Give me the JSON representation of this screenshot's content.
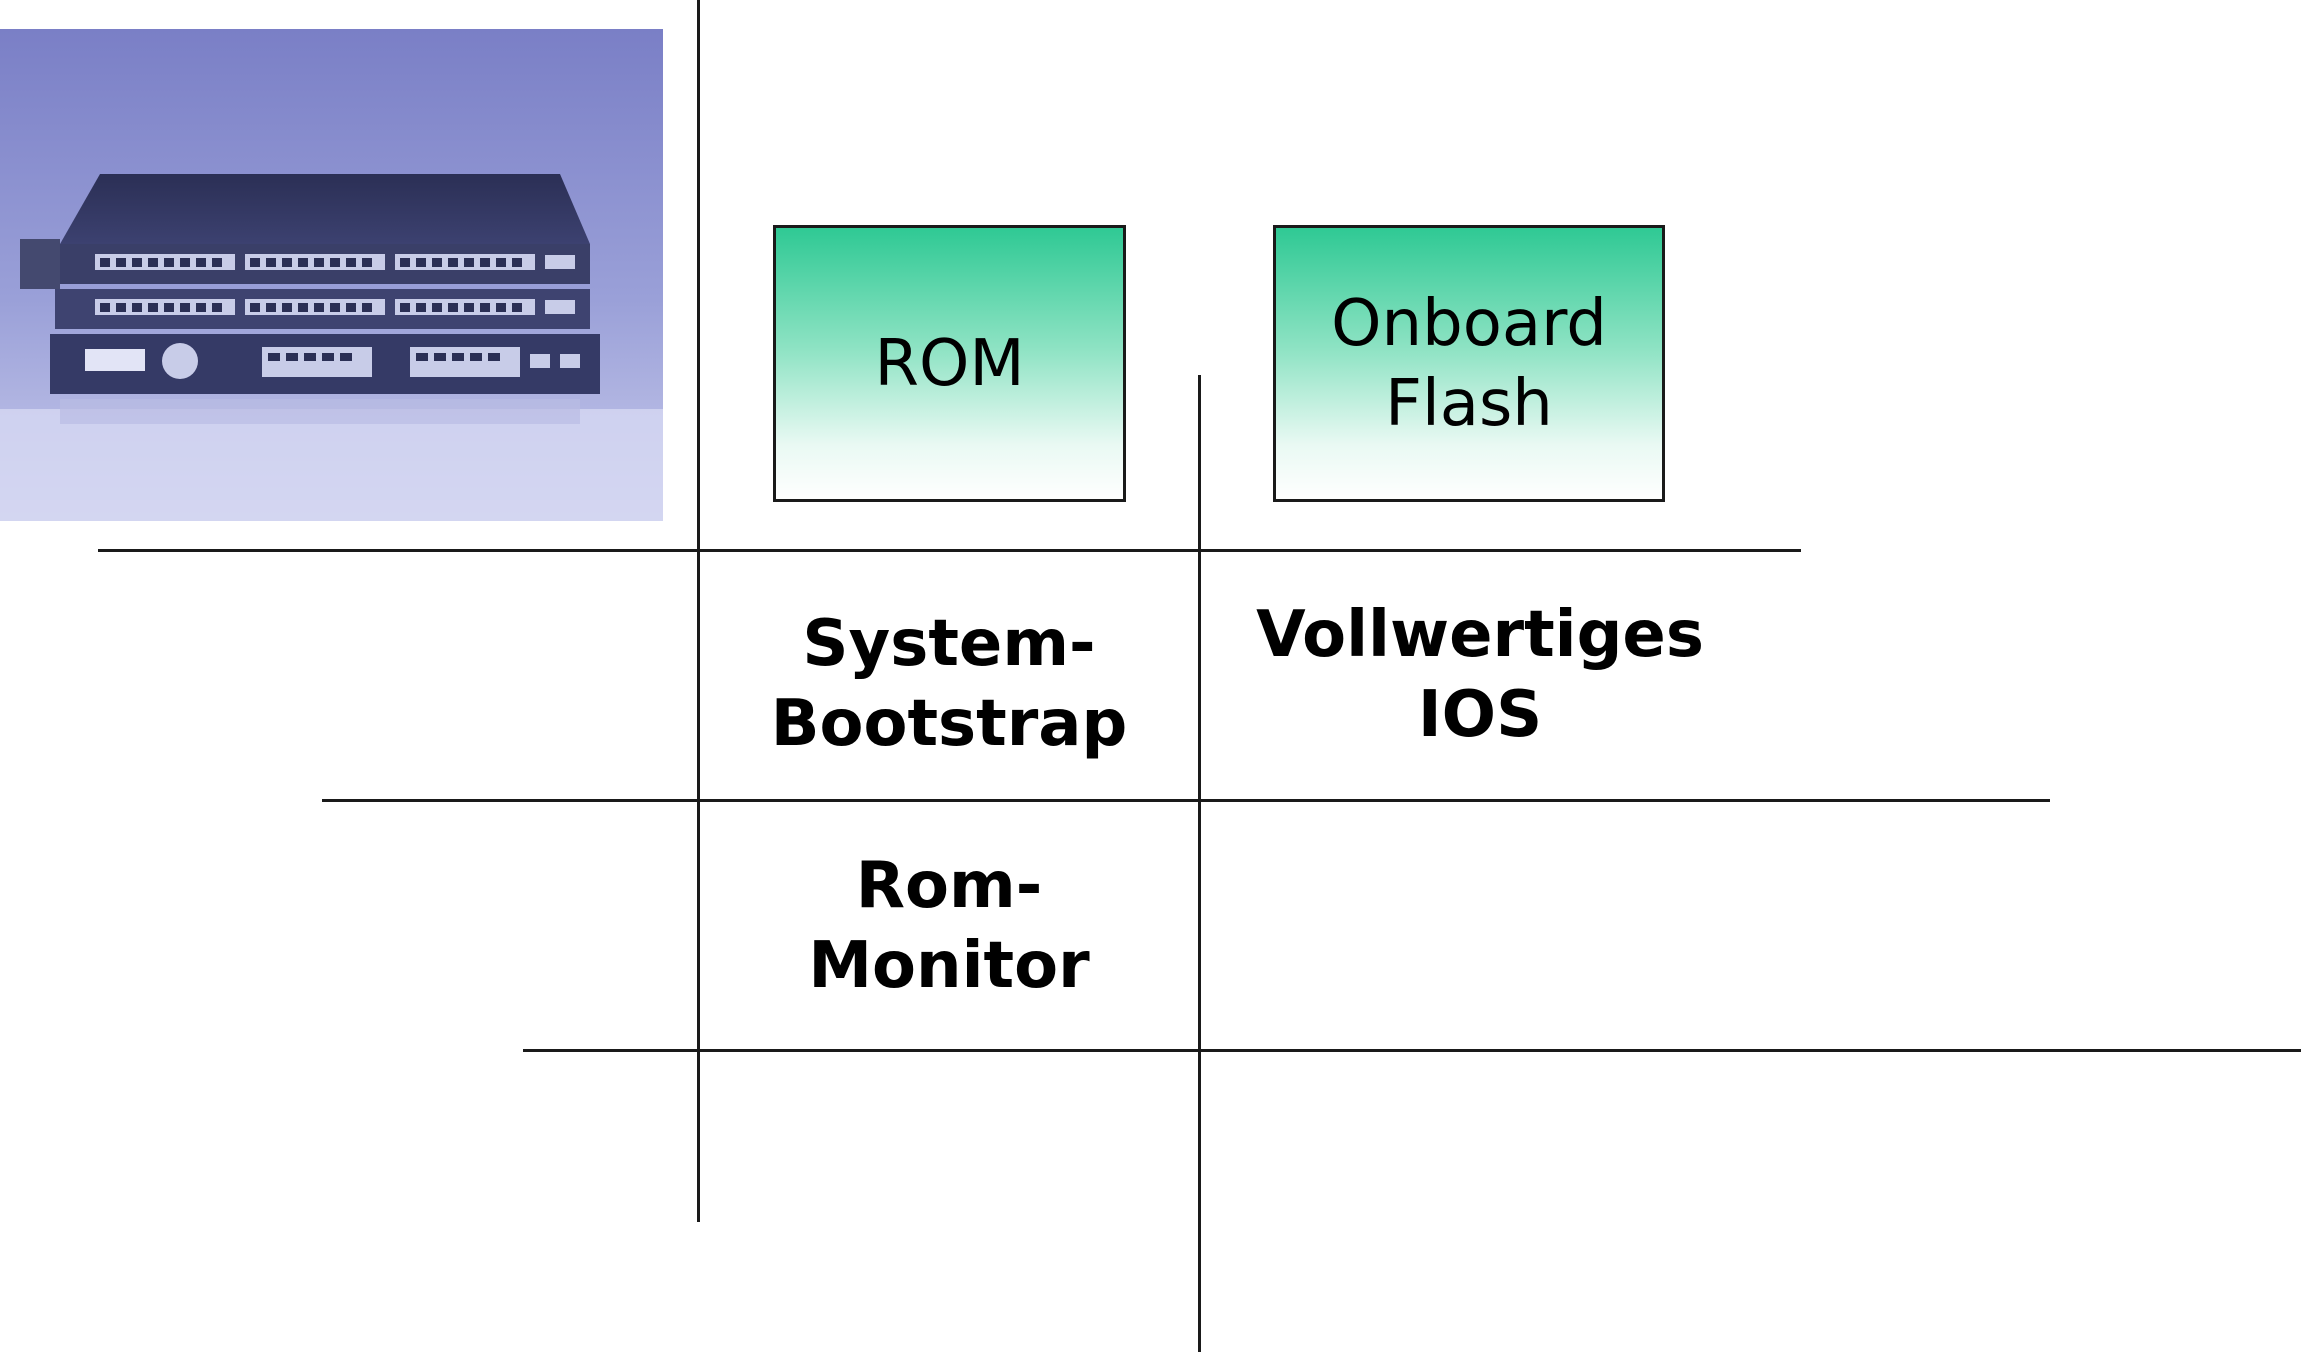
{
  "photo": {
    "icon": "network-switch-stack-photo"
  },
  "boxes": {
    "rom": "ROM",
    "flash": "Onboard\nFlash"
  },
  "cells": {
    "bootstrap": "System-\nBootstrap",
    "ios": "Vollwertiges\nIOS",
    "rommon": "Rom-\nMonitor"
  },
  "colors": {
    "box_top": "#2fc994",
    "box_bottom": "#ffffff",
    "lines": "#1a1a1a"
  }
}
